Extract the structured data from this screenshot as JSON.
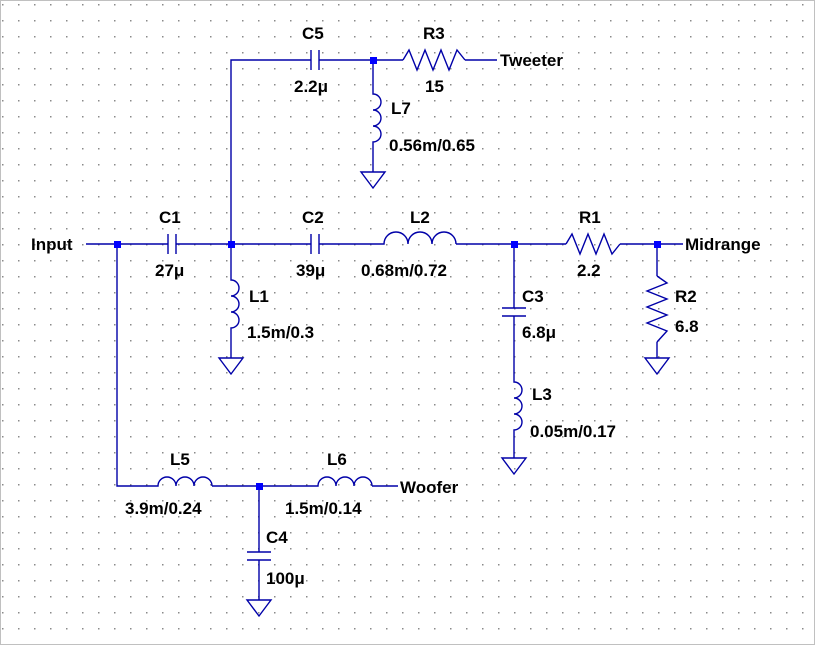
{
  "colors": {
    "frame_background": "#c0c0c0",
    "sheet_background": "#ffffff",
    "wire": "#0000a8",
    "junction": "#0000ff",
    "grid_dot": "#8a8a8a",
    "text": "#000000"
  },
  "nets": {
    "input": "Input",
    "tweeter": "Tweeter",
    "midrange": "Midrange",
    "woofer": "Woofer"
  },
  "components": {
    "C1": {
      "name": "C1",
      "value": "27μ"
    },
    "C2": {
      "name": "C2",
      "value": "39μ"
    },
    "C3": {
      "name": "C3",
      "value": "6.8μ"
    },
    "C4": {
      "name": "C4",
      "value": "100μ"
    },
    "C5": {
      "name": "C5",
      "value": "2.2μ"
    },
    "L1": {
      "name": "L1",
      "value": "1.5m/0.3"
    },
    "L2": {
      "name": "L2",
      "value": "0.68m/0.72"
    },
    "L3": {
      "name": "L3",
      "value": "0.05m/0.17"
    },
    "L5": {
      "name": "L5",
      "value": "3.9m/0.24"
    },
    "L6": {
      "name": "L6",
      "value": "1.5m/0.14"
    },
    "L7": {
      "name": "L7",
      "value": "0.56m/0.65"
    },
    "R1": {
      "name": "R1",
      "value": "2.2"
    },
    "R2": {
      "name": "R2",
      "value": "6.8"
    },
    "R3": {
      "name": "R3",
      "value": "15"
    }
  }
}
